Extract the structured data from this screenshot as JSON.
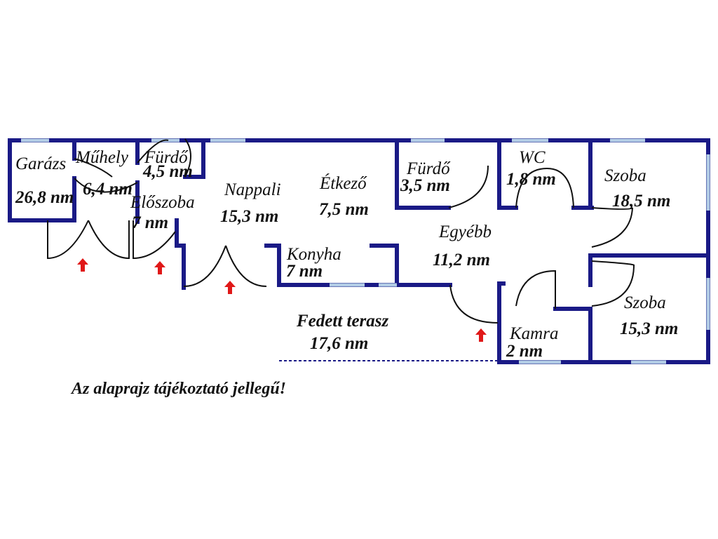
{
  "colors": {
    "wall": "#1a1a86",
    "window": "#b3cde6",
    "door_line": "#111111",
    "entrance_arrow": "#e01818",
    "text": "#111111"
  },
  "rooms": [
    {
      "name": "Garázs",
      "area": "26,8 nm"
    },
    {
      "name": "Műhely",
      "area": "6,4 nm"
    },
    {
      "name": "Fürdő",
      "area": "4,5 nm"
    },
    {
      "name": "Előszoba",
      "area": "7 nm"
    },
    {
      "name": "Nappali",
      "area": "15,3 nm"
    },
    {
      "name": "Étkező",
      "area": "7,5 nm"
    },
    {
      "name": "Fürdő",
      "area": "3,5 nm"
    },
    {
      "name": "WC",
      "area": "1,8 nm"
    },
    {
      "name": "Szoba",
      "area": "18,5 nm"
    },
    {
      "name": "Egyébb",
      "area": "11,2 nm"
    },
    {
      "name": "Konyha",
      "area": "7 nm"
    },
    {
      "name": "Szoba",
      "area": "15,3 nm"
    },
    {
      "name": "Fedett terasz",
      "area": "17,6 nm"
    },
    {
      "name": "Kamra",
      "area": "2 nm"
    }
  ],
  "entrance_icon": "up-arrow-icon",
  "disclaimer": "Az alaprajz tájékoztató jellegű!"
}
